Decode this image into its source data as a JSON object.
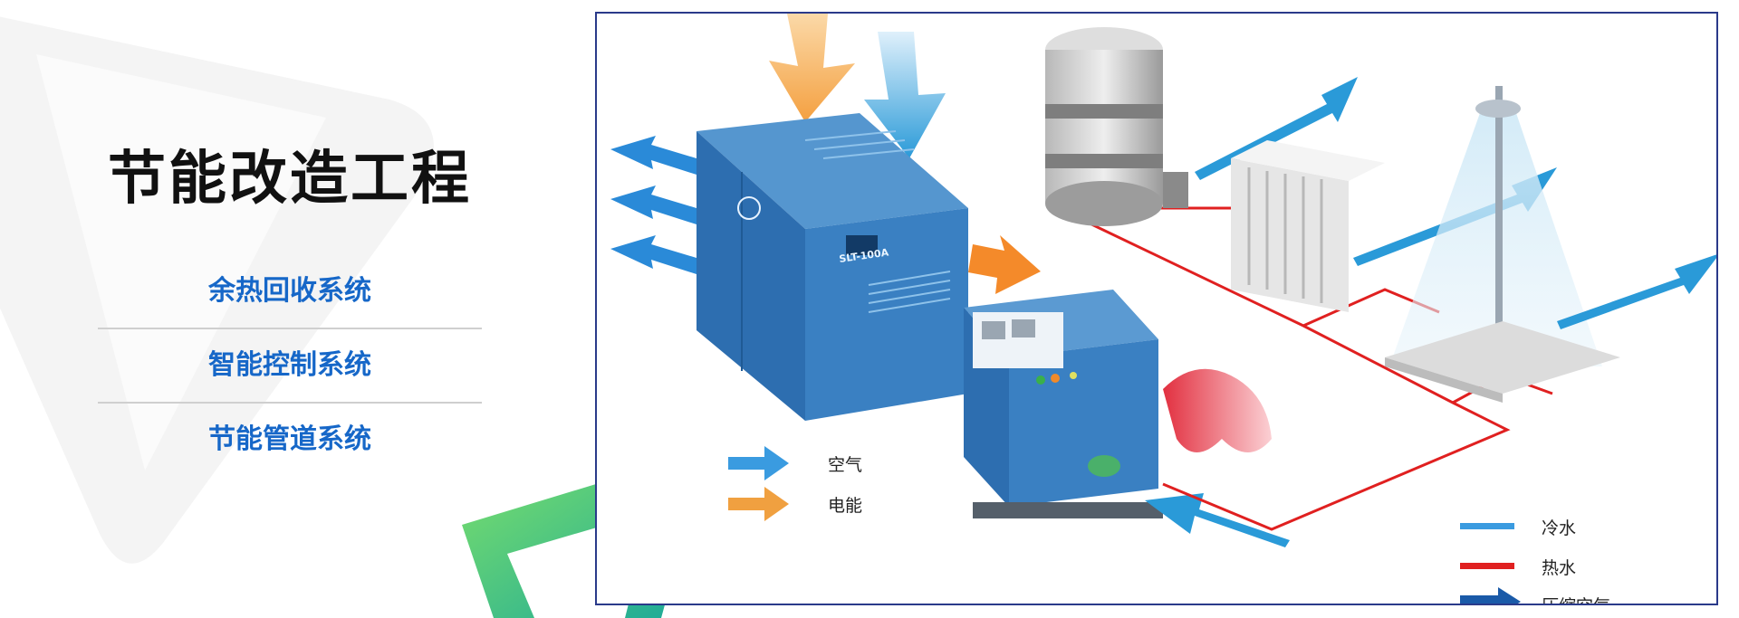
{
  "title": "节能改造工程",
  "nav": [
    {
      "label": "余热回收系统"
    },
    {
      "label": "智能控制系统"
    },
    {
      "label": "节能管道系统"
    }
  ],
  "diagram": {
    "legend_left": [
      {
        "label": "空气",
        "color": "#3a9be0"
      },
      {
        "label": "电能",
        "color": "#f0a040"
      }
    ],
    "legend_right": [
      {
        "label": "冷水",
        "color": "#3a9be0"
      },
      {
        "label": "热水",
        "color": "#e02020"
      },
      {
        "label": "压缩空气",
        "color": "#1a5aa8"
      }
    ],
    "compressor_model": "SLT-100A"
  },
  "colors": {
    "title": "#111111",
    "nav": "#1667c8",
    "frame": "#2a3a8a",
    "machine": "#2f74b5",
    "hot_pipe": "#e02020"
  }
}
